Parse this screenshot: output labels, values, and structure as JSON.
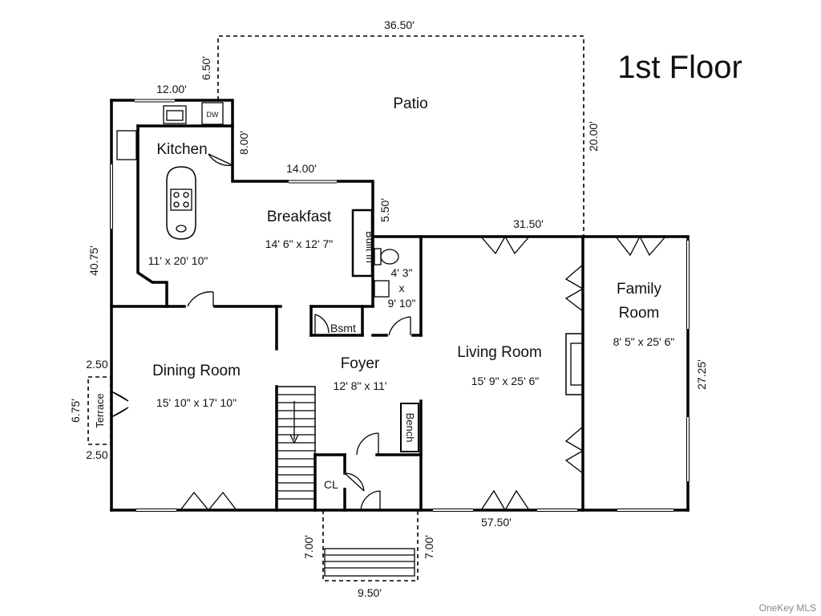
{
  "title": "1st Floor",
  "watermark": "OneKey MLS",
  "rooms": {
    "patio": "Patio",
    "kitchen": {
      "name": "Kitchen",
      "size": "11' x 20' 10\""
    },
    "breakfast": {
      "name": "Breakfast",
      "size": "14' 6\" x 12' 7\""
    },
    "built_in": "Built In",
    "half_bath": {
      "size_line1": "4' 3\"",
      "size_x": "x",
      "size_line2": "9' 10\""
    },
    "bsmt": "Bsmt",
    "dining": {
      "name": "Dining Room",
      "size": "15' 10\" x 17' 10\""
    },
    "foyer": {
      "name": "Foyer",
      "size": "12' 8\" x 11'"
    },
    "living": {
      "name": "Living Room",
      "size": "15' 9\" x 25' 6\""
    },
    "family": {
      "name_line1": "Family",
      "name_line2": "Room",
      "size": "8' 5\" x 25' 6\""
    },
    "terrace": "Terrace",
    "bench": "Bench",
    "closet": "CL",
    "dishwasher": "DW"
  },
  "dimensions": {
    "patio_width": "36.50'",
    "patio_depth": "20.00'",
    "kitchen_jog": "6.50'",
    "kitchen_width": "12.00'",
    "kitchen_side": "8.00'",
    "breakfast_width": "14.00'",
    "breakfast_jog": "5.50'",
    "rear_width": "31.50'",
    "left_depth": "40.75'",
    "right_depth": "27.25'",
    "terrace_top": "2.50",
    "terrace_depth": "6.75'",
    "terrace_bottom": "2.50",
    "front_width": "57.50'",
    "stoop_left": "7.00'",
    "stoop_right": "7.00'",
    "stoop_width": "9.50'"
  }
}
